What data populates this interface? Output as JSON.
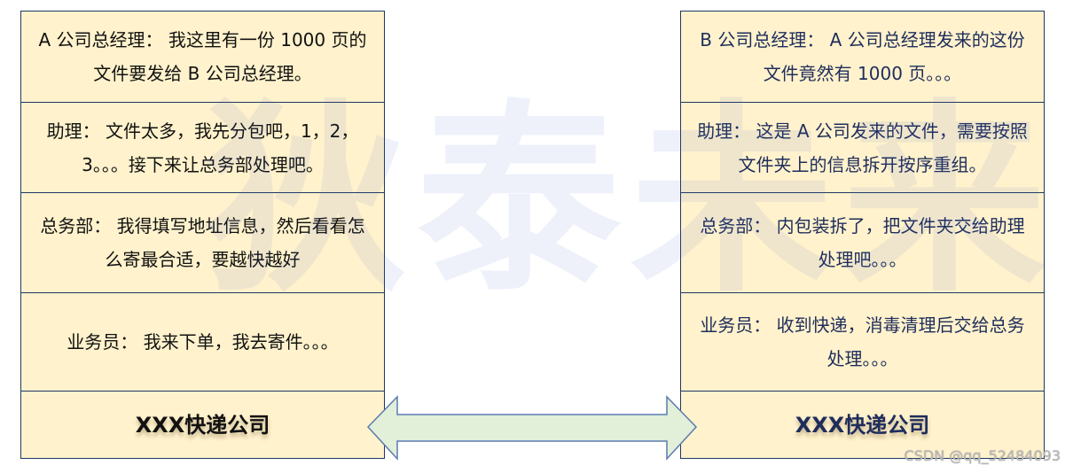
{
  "watermark": "狄泰未来",
  "left": {
    "rows": [
      "A 公司总经理： 我这里有一份 1000 页的文件要发给 B 公司总经理。",
      "助理： 文件太多，我先分包吧，1，2，3。。。接下来让总务部处理吧。",
      "总务部： 我得填写地址信息，然后看看怎么寄最合适，要越快越好",
      "业务员： 我来下单，我去寄件。。。"
    ],
    "company": "XXX快递公司"
  },
  "right": {
    "rows": [
      "B 公司总经理： A 公司总经理发来的这份文件竟然有 1000 页。。。",
      "助理： 这是 A 公司发来的文件，需要按照文件夹上的信息拆开按序重组。",
      "总务部： 内包装拆了，把文件夹交给助理处理吧。。。",
      "业务员： 收到快递，消毒清理后交给总务处理。。。"
    ],
    "company": "XXX快递公司"
  },
  "arrow_color": "#e2efd9",
  "credit": "CSDN @qq_52484093"
}
